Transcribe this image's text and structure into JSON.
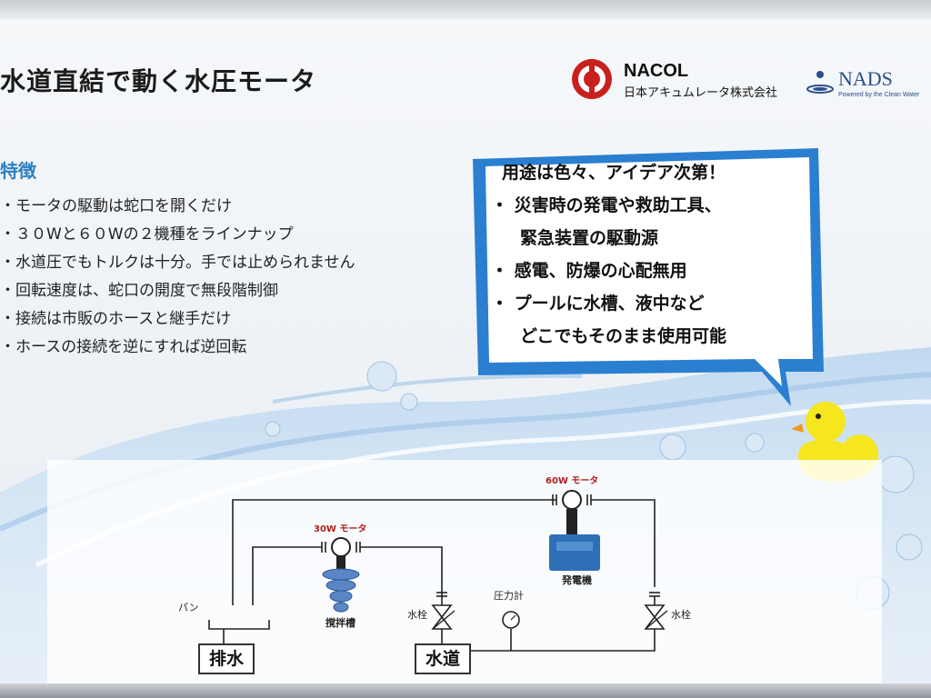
{
  "title": "水道直結で動く水圧モータ",
  "logos": {
    "nacol_name": "NACOL",
    "nacol_company": "日本アキュムレータ株式会社",
    "nads_name": "NADS",
    "nads_tagline": "Powered by the Clean Water"
  },
  "features": {
    "heading": "特徴",
    "items": [
      "・モータの駆動は蛇口を開くだけ",
      "・３０Wと６０Wの２機種をラインナップ",
      "・水道圧でもトルクは十分。手では止められません",
      "・回転速度は、蛇口の開度で無段階制御",
      "・接続は市販のホースと継手だけ",
      "・ホースの接続を逆にすれば逆回転"
    ]
  },
  "callout": {
    "heading": "用途は色々、アイデア次第！",
    "lines": [
      "・ 災害時の発電や救助工具、",
      "緊急装置の駆動源",
      "・ 感電、防爆の心配無用",
      "・ プールに水槽、液中など",
      "どこでもそのまま使用可能"
    ]
  },
  "diagram": {
    "motor_60w": "60W モータ",
    "motor_30w": "30W モータ",
    "generator": "発電機",
    "mixer": "撹拌槽",
    "pan": "パン",
    "pressure_gauge": "圧力計",
    "hydrant_left": "水栓",
    "hydrant_right": "水栓",
    "drain": "排水",
    "water": "水道"
  },
  "colors": {
    "title": "#1b1b1b",
    "feature_heading": "#2c7fc4",
    "callout_border": "#2a7fd0",
    "motor_label": "#b0201c",
    "nacol_red": "#c8201e",
    "nads_blue": "#2a4f8c",
    "duck_yellow": "#f6e61e"
  }
}
